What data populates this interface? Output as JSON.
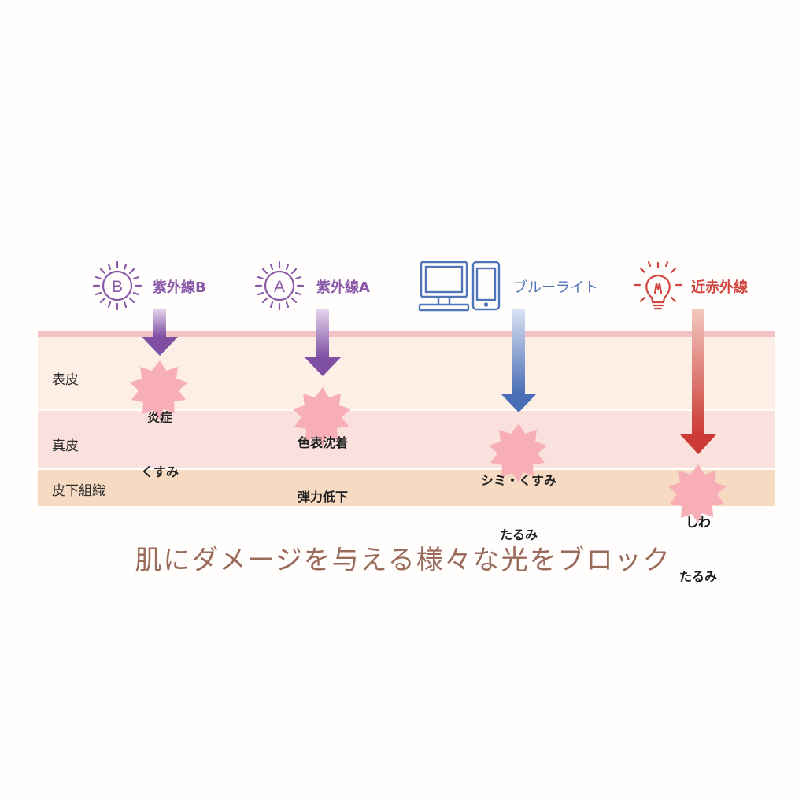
{
  "sources": [
    {
      "icon": "uvb-sun-icon",
      "icon_letter": "B",
      "label": "紫外線B",
      "color": "#8a5aa8"
    },
    {
      "icon": "uva-sun-icon",
      "icon_letter": "A",
      "label": "紫外線A",
      "color": "#8a5aa8"
    },
    {
      "icon": "devices-icon",
      "label": "ブルーライト",
      "color": "#4f74b8"
    },
    {
      "icon": "lightbulb-icon",
      "label": "近赤外線",
      "color": "#d0463f"
    }
  ],
  "layers": [
    {
      "label": "表皮",
      "color": "#fdeee6"
    },
    {
      "label": "真皮",
      "color": "#fae1de"
    },
    {
      "label": "皮下組織",
      "color": "#f6dac2"
    }
  ],
  "damage": [
    {
      "lines": [
        "炎症",
        "くすみ"
      ]
    },
    {
      "lines": [
        "色表沈着",
        "弾力低下"
      ]
    },
    {
      "lines": [
        "シミ・くすみ",
        "たるみ"
      ]
    },
    {
      "lines": [
        "しわ",
        "たるみ"
      ]
    }
  ],
  "caption": "肌にダメージを与える様々な光をブロック",
  "colors": {
    "burst": "#f7aeb6",
    "stripe": "#f3c2c6",
    "caption": "#9a6a5a"
  }
}
